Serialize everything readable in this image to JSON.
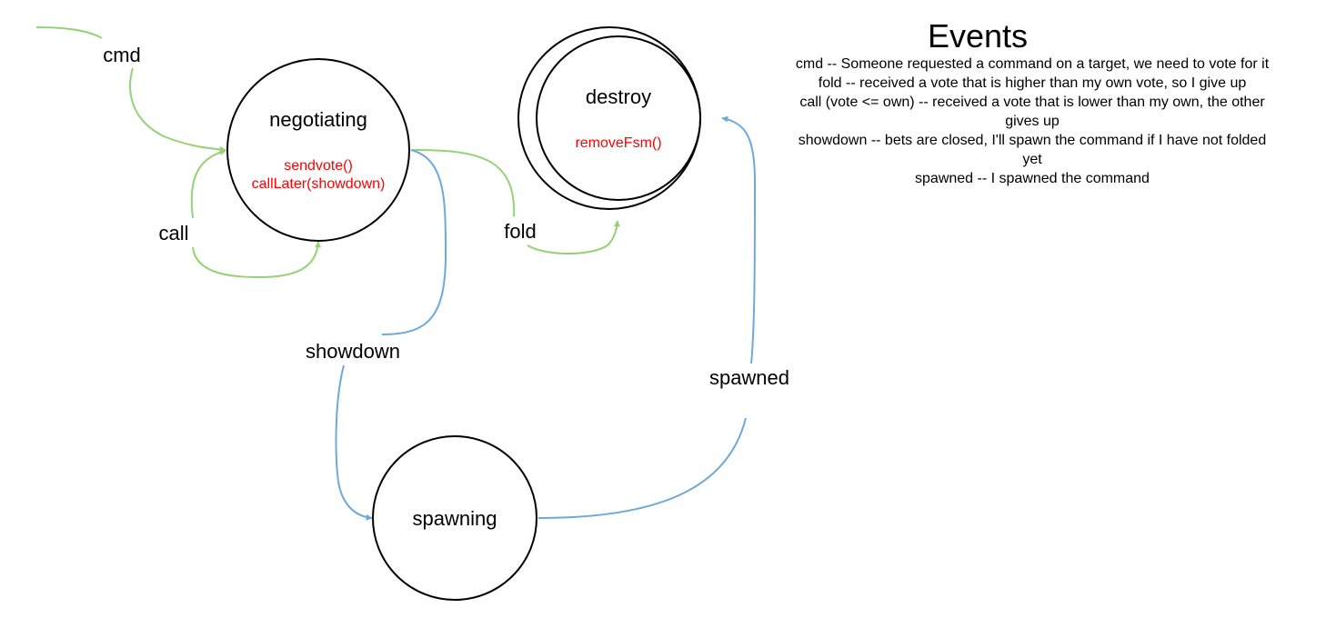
{
  "colors": {
    "green_edge": "#97d077",
    "blue_edge": "#6fa8dc",
    "action_text": "#ff0000",
    "state_stroke": "#000000"
  },
  "states": {
    "negotiating": {
      "name": "negotiating",
      "actions": [
        "sendvote()",
        "callLater(showdown)"
      ]
    },
    "destroy": {
      "name": "destroy",
      "actions": [
        "removeFsm()"
      ]
    },
    "spawning": {
      "name": "spawning",
      "actions": []
    }
  },
  "transitions": {
    "cmd": "cmd",
    "call": "call",
    "fold": "fold",
    "showdown": "showdown",
    "spawned": "spawned"
  },
  "events": {
    "title": "Events",
    "lines": [
      "cmd  -- Someone requested a command on a target, we need to vote for it",
      "fold -- received a vote that is higher than my own vote, so I give up",
      "call (vote <= own) -- received a vote that is lower than my own, the other",
      "gives up",
      "showdown -- bets are closed, I'll spawn the command if I have not folded",
      "yet",
      "spawned -- I spawned the command"
    ]
  }
}
